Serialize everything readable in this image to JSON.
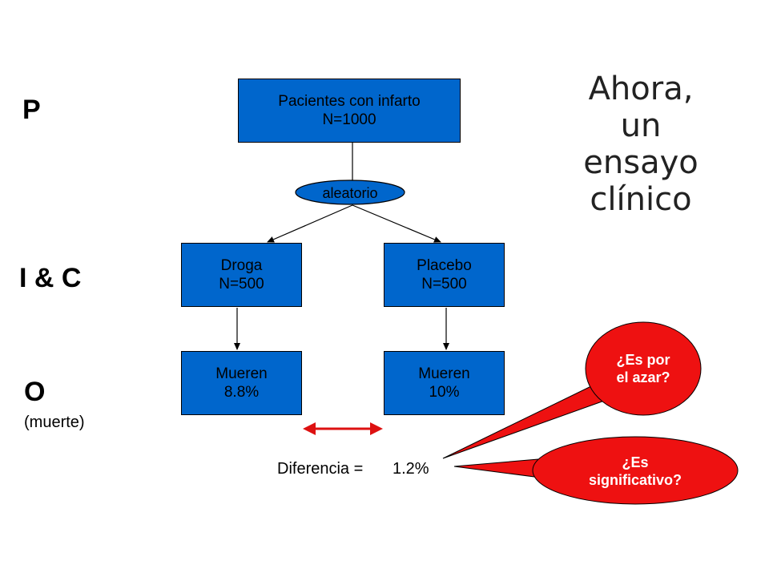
{
  "labels": {
    "p": "P",
    "ic": "I & C",
    "o": "O",
    "o_sub": "(muerte)"
  },
  "title": [
    "Ahora,",
    "un",
    "ensayo",
    "clínico"
  ],
  "boxes": {
    "root": [
      "Pacientes con infarto",
      "N=1000"
    ],
    "random": "aleatorio",
    "drug": [
      "Droga",
      "N=500"
    ],
    "placebo": [
      "Placebo",
      "N=500"
    ],
    "drug_outcome": [
      "Mueren",
      "8.8%"
    ],
    "placebo_outcome": [
      "Mueren",
      "10%"
    ]
  },
  "difference": {
    "label": "Diferencia =",
    "value": "1.2%"
  },
  "bubbles": {
    "chance": [
      "¿Es por",
      "el azar?"
    ],
    "significant": [
      "¿Es",
      "significativo?"
    ]
  },
  "colors": {
    "box_fill": "#0066cc",
    "bubble_fill": "#ee1111",
    "arrow_red": "#dd1111"
  }
}
